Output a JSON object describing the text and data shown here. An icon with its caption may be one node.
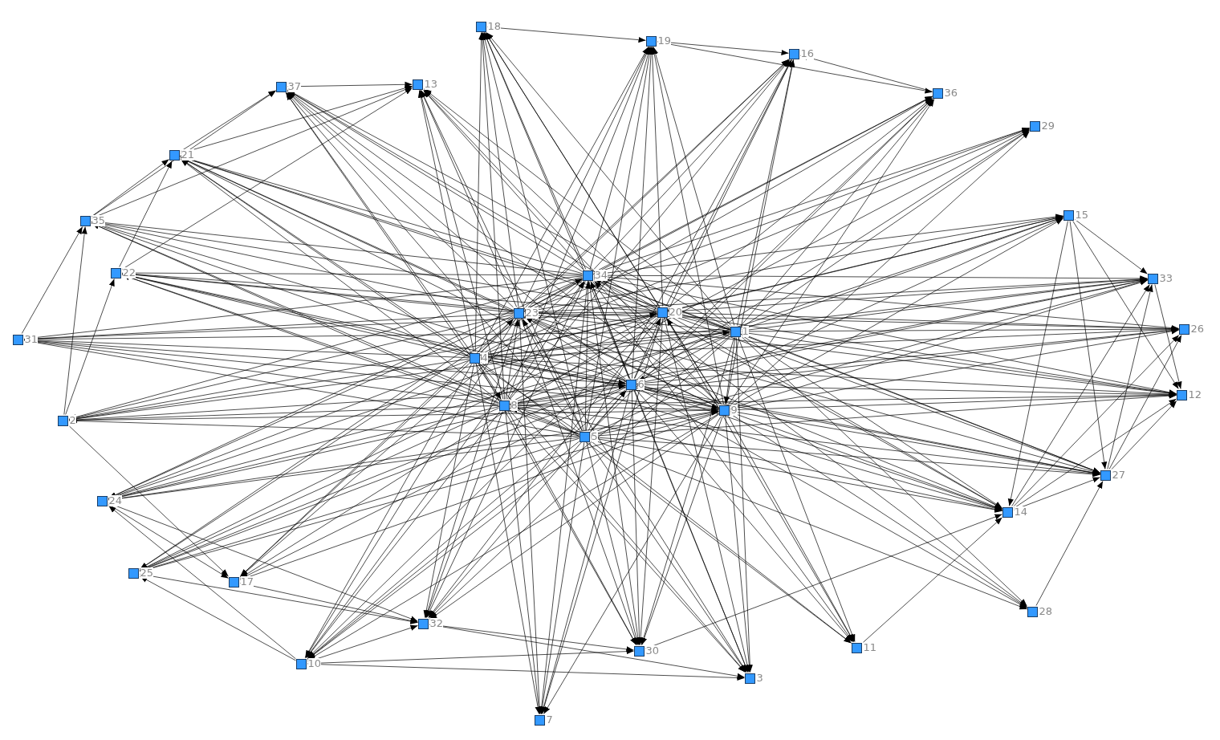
{
  "diagram": {
    "nodes": [
      {
        "text": [
          "1"
        ]
      },
      {
        "text": [
          "2"
        ]
      },
      {
        "text": [
          "3"
        ]
      },
      {
        "text": [
          "4"
        ]
      },
      {
        "text": [
          "5"
        ]
      },
      {
        "text": [
          "6"
        ]
      },
      {
        "text": [
          "7"
        ]
      },
      {
        "text": [
          "8"
        ]
      },
      {
        "text": [
          "9"
        ]
      },
      {
        "text": [
          "10"
        ]
      },
      {
        "text": [
          "11"
        ]
      },
      {
        "text": [
          "12"
        ]
      },
      {
        "text": [
          "13"
        ]
      },
      {
        "text": [
          "14"
        ]
      },
      {
        "text": [
          "15"
        ]
      },
      {
        "text": [
          "16"
        ]
      },
      {
        "text": [
          "17"
        ]
      },
      {
        "text": [
          "18"
        ]
      },
      {
        "text": [
          "19"
        ]
      },
      {
        "text": [
          "20"
        ]
      },
      {
        "text": [
          "21"
        ]
      },
      {
        "text": [
          "22"
        ]
      },
      {
        "text": [
          "23"
        ]
      },
      {
        "text": [
          "24"
        ]
      },
      {
        "text": [
          "25"
        ]
      },
      {
        "text": [
          "26"
        ]
      },
      {
        "text": [
          "27"
        ]
      },
      {
        "text": [
          "28"
        ]
      },
      {
        "text": [
          "29"
        ]
      },
      {
        "text": [
          "30"
        ]
      },
      {
        "text": [
          "31"
        ]
      },
      {
        "text": [
          "32"
        ]
      },
      {
        "text": [
          "33"
        ]
      },
      {
        "text": [
          "34"
        ]
      },
      {
        "text": [
          "35"
        ]
      },
      {
        "text": [
          "36"
        ]
      },
      {
        "text": [
          "37"
        ]
      }
    ],
    "edges": [
      {
        "from": 0,
        "to": 15,
        "arrow": "to"
      },
      {
        "from": 0,
        "to": 18,
        "arrow": "to"
      },
      {
        "from": 0,
        "to": 17,
        "arrow": "to"
      },
      {
        "from": 0,
        "to": 12,
        "arrow": "to"
      },
      {
        "from": 0,
        "to": 36,
        "arrow": "to"
      },
      {
        "from": 0,
        "to": 20,
        "arrow": "to"
      },
      {
        "from": 0,
        "to": 21,
        "arrow": "to"
      },
      {
        "from": 0,
        "to": 30,
        "arrow": "to"
      },
      {
        "from": 0,
        "to": 1,
        "arrow": "to"
      },
      {
        "from": 0,
        "to": 23,
        "arrow": "to"
      },
      {
        "from": 0,
        "to": 24,
        "arrow": "to"
      },
      {
        "from": 0,
        "to": 9,
        "arrow": "to"
      },
      {
        "from": 0,
        "to": 31,
        "arrow": "to"
      },
      {
        "from": 0,
        "to": 29,
        "arrow": "to"
      },
      {
        "from": 0,
        "to": 2,
        "arrow": "to"
      },
      {
        "from": 0,
        "to": 10,
        "arrow": "to"
      },
      {
        "from": 0,
        "to": 27,
        "arrow": "to"
      },
      {
        "from": 0,
        "to": 13,
        "arrow": "to"
      },
      {
        "from": 0,
        "to": 26,
        "arrow": "to"
      },
      {
        "from": 0,
        "to": 11,
        "arrow": "to"
      },
      {
        "from": 0,
        "to": 25,
        "arrow": "to"
      },
      {
        "from": 0,
        "to": 32,
        "arrow": "to"
      },
      {
        "from": 0,
        "to": 14,
        "arrow": "to"
      },
      {
        "from": 0,
        "to": 28,
        "arrow": "to"
      },
      {
        "from": 0,
        "to": 35,
        "arrow": "to"
      },
      {
        "from": 3,
        "to": 17,
        "arrow": "to"
      },
      {
        "from": 3,
        "to": 18,
        "arrow": "to"
      },
      {
        "from": 3,
        "to": 15,
        "arrow": "to"
      },
      {
        "from": 3,
        "to": 12,
        "arrow": "to"
      },
      {
        "from": 3,
        "to": 36,
        "arrow": "to"
      },
      {
        "from": 3,
        "to": 20,
        "arrow": "to"
      },
      {
        "from": 3,
        "to": 34,
        "arrow": "to"
      },
      {
        "from": 3,
        "to": 21,
        "arrow": "to"
      },
      {
        "from": 3,
        "to": 30,
        "arrow": "to"
      },
      {
        "from": 3,
        "to": 1,
        "arrow": "to"
      },
      {
        "from": 3,
        "to": 23,
        "arrow": "to"
      },
      {
        "from": 3,
        "to": 16,
        "arrow": "to"
      },
      {
        "from": 3,
        "to": 9,
        "arrow": "to"
      },
      {
        "from": 3,
        "to": 31,
        "arrow": "to"
      },
      {
        "from": 3,
        "to": 6,
        "arrow": "to"
      },
      {
        "from": 3,
        "to": 29,
        "arrow": "to"
      },
      {
        "from": 3,
        "to": 2,
        "arrow": "to"
      },
      {
        "from": 3,
        "to": 10,
        "arrow": "to"
      },
      {
        "from": 3,
        "to": 13,
        "arrow": "to"
      },
      {
        "from": 3,
        "to": 26,
        "arrow": "to"
      },
      {
        "from": 3,
        "to": 11,
        "arrow": "to"
      },
      {
        "from": 3,
        "to": 25,
        "arrow": "to"
      },
      {
        "from": 3,
        "to": 32,
        "arrow": "to"
      },
      {
        "from": 3,
        "to": 14,
        "arrow": "to"
      },
      {
        "from": 3,
        "to": 28,
        "arrow": "to"
      },
      {
        "from": 3,
        "to": 35,
        "arrow": "to"
      },
      {
        "from": 4,
        "to": 17,
        "arrow": "to"
      },
      {
        "from": 4,
        "to": 18,
        "arrow": "to"
      },
      {
        "from": 4,
        "to": 15,
        "arrow": "to"
      },
      {
        "from": 4,
        "to": 12,
        "arrow": "to"
      },
      {
        "from": 4,
        "to": 36,
        "arrow": "to"
      },
      {
        "from": 4,
        "to": 20,
        "arrow": "to"
      },
      {
        "from": 4,
        "to": 34,
        "arrow": "to"
      },
      {
        "from": 4,
        "to": 21,
        "arrow": "to"
      },
      {
        "from": 4,
        "to": 30,
        "arrow": "to"
      },
      {
        "from": 4,
        "to": 1,
        "arrow": "to"
      },
      {
        "from": 4,
        "to": 23,
        "arrow": "to"
      },
      {
        "from": 4,
        "to": 24,
        "arrow": "to"
      },
      {
        "from": 4,
        "to": 9,
        "arrow": "to"
      },
      {
        "from": 4,
        "to": 6,
        "arrow": "to"
      },
      {
        "from": 4,
        "to": 29,
        "arrow": "to"
      },
      {
        "from": 4,
        "to": 2,
        "arrow": "to"
      },
      {
        "from": 4,
        "to": 10,
        "arrow": "to"
      },
      {
        "from": 4,
        "to": 27,
        "arrow": "to"
      },
      {
        "from": 4,
        "to": 13,
        "arrow": "to"
      },
      {
        "from": 4,
        "to": 26,
        "arrow": "to"
      },
      {
        "from": 4,
        "to": 11,
        "arrow": "to"
      },
      {
        "from": 4,
        "to": 32,
        "arrow": "to"
      },
      {
        "from": 4,
        "to": 14,
        "arrow": "to"
      },
      {
        "from": 4,
        "to": 35,
        "arrow": "to"
      },
      {
        "from": 5,
        "to": 17,
        "arrow": "to"
      },
      {
        "from": 5,
        "to": 18,
        "arrow": "to"
      },
      {
        "from": 5,
        "to": 15,
        "arrow": "to"
      },
      {
        "from": 5,
        "to": 36,
        "arrow": "to"
      },
      {
        "from": 5,
        "to": 20,
        "arrow": "to"
      },
      {
        "from": 5,
        "to": 21,
        "arrow": "to"
      },
      {
        "from": 5,
        "to": 30,
        "arrow": "to"
      },
      {
        "from": 5,
        "to": 1,
        "arrow": "to"
      },
      {
        "from": 5,
        "to": 23,
        "arrow": "to"
      },
      {
        "from": 5,
        "to": 24,
        "arrow": "to"
      },
      {
        "from": 5,
        "to": 16,
        "arrow": "to"
      },
      {
        "from": 5,
        "to": 9,
        "arrow": "to"
      },
      {
        "from": 5,
        "to": 31,
        "arrow": "to"
      },
      {
        "from": 5,
        "to": 6,
        "arrow": "to"
      },
      {
        "from": 5,
        "to": 29,
        "arrow": "to"
      },
      {
        "from": 5,
        "to": 2,
        "arrow": "to"
      },
      {
        "from": 5,
        "to": 10,
        "arrow": "to"
      },
      {
        "from": 5,
        "to": 27,
        "arrow": "to"
      },
      {
        "from": 5,
        "to": 13,
        "arrow": "to"
      },
      {
        "from": 5,
        "to": 26,
        "arrow": "to"
      },
      {
        "from": 5,
        "to": 11,
        "arrow": "to"
      },
      {
        "from": 5,
        "to": 25,
        "arrow": "to"
      },
      {
        "from": 5,
        "to": 32,
        "arrow": "to"
      },
      {
        "from": 5,
        "to": 28,
        "arrow": "to"
      },
      {
        "from": 5,
        "to": 35,
        "arrow": "to"
      },
      {
        "from": 7,
        "to": 17,
        "arrow": "to"
      },
      {
        "from": 7,
        "to": 18,
        "arrow": "to"
      },
      {
        "from": 7,
        "to": 15,
        "arrow": "to"
      },
      {
        "from": 7,
        "to": 12,
        "arrow": "to"
      },
      {
        "from": 7,
        "to": 36,
        "arrow": "to"
      },
      {
        "from": 7,
        "to": 20,
        "arrow": "to"
      },
      {
        "from": 7,
        "to": 34,
        "arrow": "to"
      },
      {
        "from": 7,
        "to": 21,
        "arrow": "to"
      },
      {
        "from": 7,
        "to": 30,
        "arrow": "to"
      },
      {
        "from": 7,
        "to": 1,
        "arrow": "to"
      },
      {
        "from": 7,
        "to": 23,
        "arrow": "to"
      },
      {
        "from": 7,
        "to": 24,
        "arrow": "to"
      },
      {
        "from": 7,
        "to": 9,
        "arrow": "to"
      },
      {
        "from": 7,
        "to": 31,
        "arrow": "to"
      },
      {
        "from": 7,
        "to": 6,
        "arrow": "to"
      },
      {
        "from": 7,
        "to": 29,
        "arrow": "to"
      },
      {
        "from": 7,
        "to": 2,
        "arrow": "to"
      },
      {
        "from": 7,
        "to": 13,
        "arrow": "to"
      },
      {
        "from": 7,
        "to": 26,
        "arrow": "to"
      },
      {
        "from": 7,
        "to": 11,
        "arrow": "to"
      },
      {
        "from": 7,
        "to": 25,
        "arrow": "to"
      },
      {
        "from": 7,
        "to": 32,
        "arrow": "to"
      },
      {
        "from": 7,
        "to": 14,
        "arrow": "to"
      },
      {
        "from": 7,
        "to": 28,
        "arrow": "to"
      },
      {
        "from": 8,
        "to": 17,
        "arrow": "to"
      },
      {
        "from": 8,
        "to": 18,
        "arrow": "to"
      },
      {
        "from": 8,
        "to": 15,
        "arrow": "to"
      },
      {
        "from": 8,
        "to": 12,
        "arrow": "to"
      },
      {
        "from": 8,
        "to": 36,
        "arrow": "to"
      },
      {
        "from": 8,
        "to": 20,
        "arrow": "to"
      },
      {
        "from": 8,
        "to": 34,
        "arrow": "to"
      },
      {
        "from": 8,
        "to": 21,
        "arrow": "to"
      },
      {
        "from": 8,
        "to": 30,
        "arrow": "to"
      },
      {
        "from": 8,
        "to": 1,
        "arrow": "to"
      },
      {
        "from": 8,
        "to": 23,
        "arrow": "to"
      },
      {
        "from": 8,
        "to": 24,
        "arrow": "to"
      },
      {
        "from": 8,
        "to": 16,
        "arrow": "to"
      },
      {
        "from": 8,
        "to": 9,
        "arrow": "to"
      },
      {
        "from": 8,
        "to": 31,
        "arrow": "to"
      },
      {
        "from": 8,
        "to": 6,
        "arrow": "to"
      },
      {
        "from": 8,
        "to": 29,
        "arrow": "to"
      },
      {
        "from": 8,
        "to": 2,
        "arrow": "to"
      },
      {
        "from": 8,
        "to": 10,
        "arrow": "to"
      },
      {
        "from": 8,
        "to": 27,
        "arrow": "to"
      },
      {
        "from": 8,
        "to": 13,
        "arrow": "to"
      },
      {
        "from": 8,
        "to": 26,
        "arrow": "to"
      },
      {
        "from": 8,
        "to": 11,
        "arrow": "to"
      },
      {
        "from": 8,
        "to": 25,
        "arrow": "to"
      },
      {
        "from": 8,
        "to": 32,
        "arrow": "to"
      },
      {
        "from": 8,
        "to": 14,
        "arrow": "to"
      },
      {
        "from": 8,
        "to": 28,
        "arrow": "to"
      },
      {
        "from": 8,
        "to": 35,
        "arrow": "to"
      },
      {
        "from": 19,
        "to": 17,
        "arrow": "to"
      },
      {
        "from": 19,
        "to": 18,
        "arrow": "to"
      },
      {
        "from": 19,
        "to": 15,
        "arrow": "to"
      },
      {
        "from": 19,
        "to": 12,
        "arrow": "to"
      },
      {
        "from": 19,
        "to": 36,
        "arrow": "to"
      },
      {
        "from": 19,
        "to": 20,
        "arrow": "to"
      },
      {
        "from": 19,
        "to": 34,
        "arrow": "to"
      },
      {
        "from": 19,
        "to": 21,
        "arrow": "to"
      },
      {
        "from": 19,
        "to": 30,
        "arrow": "to"
      },
      {
        "from": 19,
        "to": 1,
        "arrow": "to"
      },
      {
        "from": 19,
        "to": 23,
        "arrow": "to"
      },
      {
        "from": 19,
        "to": 24,
        "arrow": "to"
      },
      {
        "from": 19,
        "to": 16,
        "arrow": "to"
      },
      {
        "from": 19,
        "to": 9,
        "arrow": "to"
      },
      {
        "from": 19,
        "to": 31,
        "arrow": "to"
      },
      {
        "from": 19,
        "to": 6,
        "arrow": "to"
      },
      {
        "from": 19,
        "to": 29,
        "arrow": "to"
      },
      {
        "from": 19,
        "to": 2,
        "arrow": "to"
      },
      {
        "from": 19,
        "to": 10,
        "arrow": "to"
      },
      {
        "from": 19,
        "to": 13,
        "arrow": "to"
      },
      {
        "from": 19,
        "to": 26,
        "arrow": "to"
      },
      {
        "from": 19,
        "to": 11,
        "arrow": "to"
      },
      {
        "from": 19,
        "to": 25,
        "arrow": "to"
      },
      {
        "from": 19,
        "to": 32,
        "arrow": "to"
      },
      {
        "from": 19,
        "to": 14,
        "arrow": "to"
      },
      {
        "from": 19,
        "to": 35,
        "arrow": "to"
      },
      {
        "from": 22,
        "to": 17,
        "arrow": "to"
      },
      {
        "from": 22,
        "to": 18,
        "arrow": "to"
      },
      {
        "from": 22,
        "to": 15,
        "arrow": "to"
      },
      {
        "from": 22,
        "to": 12,
        "arrow": "to"
      },
      {
        "from": 22,
        "to": 36,
        "arrow": "to"
      },
      {
        "from": 22,
        "to": 20,
        "arrow": "to"
      },
      {
        "from": 22,
        "to": 34,
        "arrow": "to"
      },
      {
        "from": 22,
        "to": 21,
        "arrow": "to"
      },
      {
        "from": 22,
        "to": 30,
        "arrow": "to"
      },
      {
        "from": 22,
        "to": 1,
        "arrow": "to"
      },
      {
        "from": 22,
        "to": 23,
        "arrow": "to"
      },
      {
        "from": 22,
        "to": 24,
        "arrow": "to"
      },
      {
        "from": 22,
        "to": 16,
        "arrow": "to"
      },
      {
        "from": 22,
        "to": 9,
        "arrow": "to"
      },
      {
        "from": 22,
        "to": 31,
        "arrow": "to"
      },
      {
        "from": 22,
        "to": 6,
        "arrow": "to"
      },
      {
        "from": 22,
        "to": 29,
        "arrow": "to"
      },
      {
        "from": 22,
        "to": 2,
        "arrow": "to"
      },
      {
        "from": 22,
        "to": 13,
        "arrow": "to"
      },
      {
        "from": 22,
        "to": 26,
        "arrow": "to"
      },
      {
        "from": 22,
        "to": 11,
        "arrow": "to"
      },
      {
        "from": 22,
        "to": 25,
        "arrow": "to"
      },
      {
        "from": 22,
        "to": 32,
        "arrow": "to"
      },
      {
        "from": 22,
        "to": 14,
        "arrow": "to"
      },
      {
        "from": 22,
        "to": 28,
        "arrow": "to"
      },
      {
        "from": 22,
        "to": 35,
        "arrow": "to"
      },
      {
        "from": 33,
        "to": 17,
        "arrow": "to"
      },
      {
        "from": 33,
        "to": 18,
        "arrow": "to"
      },
      {
        "from": 33,
        "to": 15,
        "arrow": "to"
      },
      {
        "from": 33,
        "to": 12,
        "arrow": "to"
      },
      {
        "from": 33,
        "to": 36,
        "arrow": "to"
      },
      {
        "from": 33,
        "to": 20,
        "arrow": "to"
      },
      {
        "from": 33,
        "to": 34,
        "arrow": "to"
      },
      {
        "from": 33,
        "to": 21,
        "arrow": "to"
      },
      {
        "from": 33,
        "to": 30,
        "arrow": "to"
      },
      {
        "from": 33,
        "to": 1,
        "arrow": "to"
      },
      {
        "from": 33,
        "to": 23,
        "arrow": "to"
      },
      {
        "from": 33,
        "to": 24,
        "arrow": "to"
      },
      {
        "from": 33,
        "to": 16,
        "arrow": "to"
      },
      {
        "from": 33,
        "to": 9,
        "arrow": "to"
      },
      {
        "from": 33,
        "to": 31,
        "arrow": "to"
      },
      {
        "from": 33,
        "to": 6,
        "arrow": "to"
      },
      {
        "from": 33,
        "to": 29,
        "arrow": "to"
      },
      {
        "from": 33,
        "to": 2,
        "arrow": "to"
      },
      {
        "from": 33,
        "to": 10,
        "arrow": "to"
      },
      {
        "from": 33,
        "to": 27,
        "arrow": "to"
      },
      {
        "from": 33,
        "to": 13,
        "arrow": "to"
      },
      {
        "from": 33,
        "to": 26,
        "arrow": "to"
      },
      {
        "from": 33,
        "to": 11,
        "arrow": "to"
      },
      {
        "from": 33,
        "to": 25,
        "arrow": "to"
      },
      {
        "from": 33,
        "to": 32,
        "arrow": "to"
      },
      {
        "from": 33,
        "to": 14,
        "arrow": "to"
      },
      {
        "from": 33,
        "to": 28,
        "arrow": "to"
      },
      {
        "from": 33,
        "to": 35,
        "arrow": "to"
      },
      {
        "from": 0,
        "to": 19,
        "arrow": "to"
      },
      {
        "from": 0,
        "to": 8,
        "arrow": "to"
      },
      {
        "from": 0,
        "to": 5,
        "arrow": "to"
      },
      {
        "from": 3,
        "to": 22,
        "arrow": "to"
      },
      {
        "from": 3,
        "to": 7,
        "arrow": "to"
      },
      {
        "from": 3,
        "to": 5,
        "arrow": "to"
      },
      {
        "from": 3,
        "to": 0,
        "arrow": "to"
      },
      {
        "from": 3,
        "to": 19,
        "arrow": "to"
      },
      {
        "from": 4,
        "to": 7,
        "arrow": "to"
      },
      {
        "from": 4,
        "to": 5,
        "arrow": "to"
      },
      {
        "from": 4,
        "to": 8,
        "arrow": "to"
      },
      {
        "from": 4,
        "to": 33,
        "arrow": "to"
      },
      {
        "from": 4,
        "to": 22,
        "arrow": "to"
      },
      {
        "from": 5,
        "to": 33,
        "arrow": "to"
      },
      {
        "from": 5,
        "to": 19,
        "arrow": "to"
      },
      {
        "from": 5,
        "to": 22,
        "arrow": "to"
      },
      {
        "from": 5,
        "to": 8,
        "arrow": "to"
      },
      {
        "from": 7,
        "to": 22,
        "arrow": "to"
      },
      {
        "from": 7,
        "to": 33,
        "arrow": "to"
      },
      {
        "from": 7,
        "to": 5,
        "arrow": "to"
      },
      {
        "from": 7,
        "to": 8,
        "arrow": "to"
      },
      {
        "from": 8,
        "to": 19,
        "arrow": "to"
      },
      {
        "from": 8,
        "to": 33,
        "arrow": "to"
      },
      {
        "from": 8,
        "to": 22,
        "arrow": "to"
      },
      {
        "from": 19,
        "to": 22,
        "arrow": "to"
      },
      {
        "from": 19,
        "to": 33,
        "arrow": "to"
      },
      {
        "from": 22,
        "to": 33,
        "arrow": "to"
      },
      {
        "from": 0,
        "to": 33,
        "arrow": "to"
      },
      {
        "from": 17,
        "to": 18,
        "arrow": "to"
      },
      {
        "from": 18,
        "to": 15,
        "arrow": "to"
      },
      {
        "from": 18,
        "to": 35,
        "arrow": "to"
      },
      {
        "from": 35,
        "to": 15,
        "arrow": "to"
      },
      {
        "from": 36,
        "to": 12,
        "arrow": "to"
      },
      {
        "from": 20,
        "to": 36,
        "arrow": "to"
      },
      {
        "from": 20,
        "to": 12,
        "arrow": "to"
      },
      {
        "from": 34,
        "to": 20,
        "arrow": "to"
      },
      {
        "from": 34,
        "to": 36,
        "arrow": "to"
      },
      {
        "from": 34,
        "to": 12,
        "arrow": "to"
      },
      {
        "from": 21,
        "to": 20,
        "arrow": "to"
      },
      {
        "from": 21,
        "to": 12,
        "arrow": "to"
      },
      {
        "from": 30,
        "to": 34,
        "arrow": "to"
      },
      {
        "from": 1,
        "to": 34,
        "arrow": "to"
      },
      {
        "from": 1,
        "to": 21,
        "arrow": "to"
      },
      {
        "from": 1,
        "to": 16,
        "arrow": "to"
      },
      {
        "from": 23,
        "to": 16,
        "arrow": "to"
      },
      {
        "from": 23,
        "to": 31,
        "arrow": "to"
      },
      {
        "from": 9,
        "to": 24,
        "arrow": "to"
      },
      {
        "from": 9,
        "to": 23,
        "arrow": "to"
      },
      {
        "from": 9,
        "to": 31,
        "arrow": "to"
      },
      {
        "from": 9,
        "to": 29,
        "arrow": "to"
      },
      {
        "from": 9,
        "to": 2,
        "arrow": "to"
      },
      {
        "from": 24,
        "to": 31,
        "arrow": "to"
      },
      {
        "from": 16,
        "to": 31,
        "arrow": "to"
      },
      {
        "from": 31,
        "to": 29,
        "arrow": "to"
      },
      {
        "from": 31,
        "to": 2,
        "arrow": "to"
      },
      {
        "from": 29,
        "to": 13,
        "arrow": "to"
      },
      {
        "from": 10,
        "to": 13,
        "arrow": "to"
      },
      {
        "from": 27,
        "to": 26,
        "arrow": "to"
      },
      {
        "from": 13,
        "to": 26,
        "arrow": "to"
      },
      {
        "from": 13,
        "to": 32,
        "arrow": "to"
      },
      {
        "from": 13,
        "to": 25,
        "arrow": "to"
      },
      {
        "from": 13,
        "to": 11,
        "arrow": "to"
      },
      {
        "from": 14,
        "to": 32,
        "arrow": "to"
      },
      {
        "from": 14,
        "to": 11,
        "arrow": "to"
      },
      {
        "from": 14,
        "to": 26,
        "arrow": "to"
      },
      {
        "from": 14,
        "to": 13,
        "arrow": "to"
      },
      {
        "from": 26,
        "to": 11,
        "arrow": "to"
      },
      {
        "from": 26,
        "to": 25,
        "arrow": "to"
      },
      {
        "from": 26,
        "to": 32,
        "arrow": "to"
      },
      {
        "from": 32,
        "to": 11,
        "arrow": "to"
      }
    ]
  }
}
